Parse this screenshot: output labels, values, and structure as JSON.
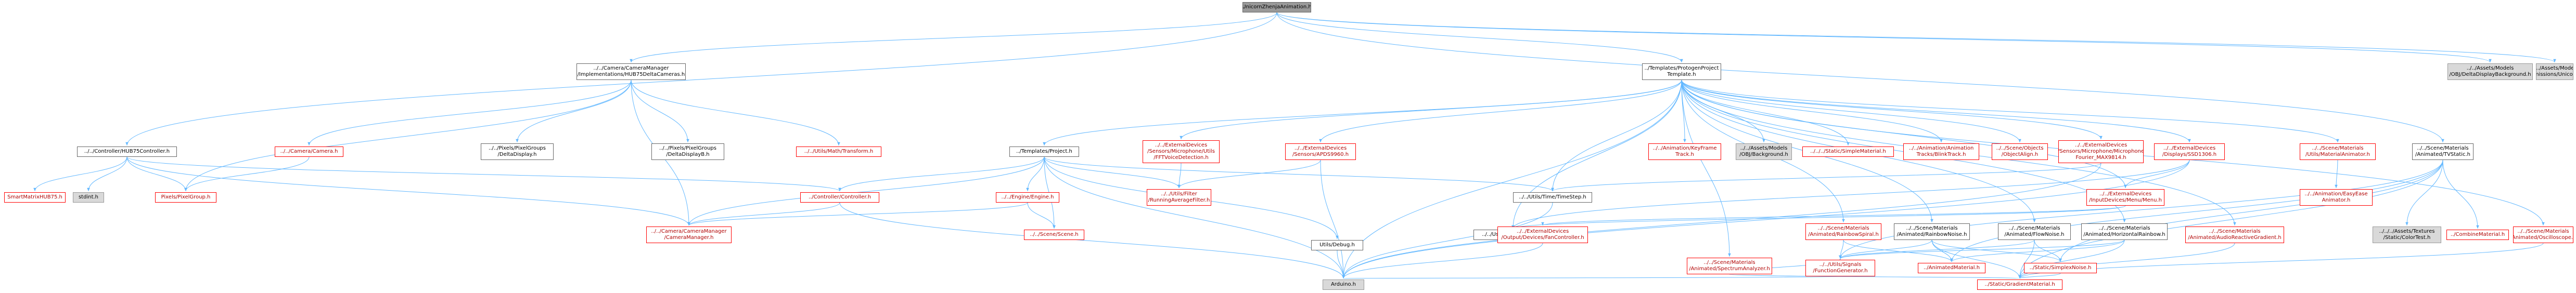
{
  "colors": {
    "edge": "#63b8ff",
    "arrow": "#63b8ff",
    "missing_border": "#ff0000",
    "root_fill": "#999999",
    "external_fill": "#d9d9d9"
  },
  "nodes": {
    "root": {
      "lines": [
        "UnicornZhenjaAnimation.h"
      ],
      "kind": "root"
    },
    "camera_manager_impl": {
      "lines": [
        "../../Camera/CameraManager",
        "/Implementations/HUB75DeltaCameras.h"
      ],
      "kind": "normal"
    },
    "templates_protogen": {
      "lines": [
        "../Templates/ProtogenProject",
        "Template.h"
      ],
      "kind": "normal"
    },
    "asset_delta_bg": {
      "lines": [
        "../../Assets/Models",
        "/OBJ/DeltaDisplayBackground.h"
      ],
      "kind": "external"
    },
    "asset_unicorn": {
      "lines": [
        "../../Assets/Models",
        "/FBX/Commissions/UnicornZhenja.h"
      ],
      "kind": "external"
    },
    "controller_hub75": {
      "lines": [
        "../../Controller/HUB75Controller.h"
      ],
      "kind": "normal"
    },
    "camera_camera": {
      "lines": [
        "../../Camera/Camera.h"
      ],
      "kind": "missing"
    },
    "pixelgroups_deltadisplay": {
      "lines": [
        "../../Pixels/PixelGroups",
        "/DeltaDisplay.h"
      ],
      "kind": "normal"
    },
    "pixelgroups_deltadisplayb": {
      "lines": [
        "../../Pixels/PixelGroups",
        "/DeltaDisplayB.h"
      ],
      "kind": "normal"
    },
    "utils_math_transform": {
      "lines": [
        "../../Utils/Math/Transform.h"
      ],
      "kind": "missing"
    },
    "templates_project": {
      "lines": [
        "../Templates/Project.h"
      ],
      "kind": "normal"
    },
    "ext_mic_fft": {
      "lines": [
        "../../ExternalDevices",
        "/Sensors/Microphone/Utils",
        "/FFTVoiceDetection.h"
      ],
      "kind": "missing"
    },
    "ext_apds9960": {
      "lines": [
        "../../ExternalDevices",
        "/Sensors/APDS9960.h"
      ],
      "kind": "missing"
    },
    "anim_keyframe": {
      "lines": [
        "../../Animation/KeyFrame",
        "Track.h"
      ],
      "kind": "missing"
    },
    "asset_obj_background": {
      "lines": [
        "../../Assets/Models",
        "/OBJ/Background.h"
      ],
      "kind": "external"
    },
    "static_simple_material": {
      "lines": [
        "../../../Static/SimpleMaterial.h"
      ],
      "kind": "missing"
    },
    "anim_blink": {
      "lines": [
        "../../Animation/Animation",
        "Tracks/BlinkTrack.h"
      ],
      "kind": "missing"
    },
    "scene_objects_align": {
      "lines": [
        "../../Scene/Objects",
        "/ObjectAlign.h"
      ],
      "kind": "missing"
    },
    "ext_mic_fourier": {
      "lines": [
        "../../ExternalDevices",
        "/Sensors/Microphone/Microphone",
        "Fourier_MAX9814.h"
      ],
      "kind": "missing"
    },
    "ext_ssd1306": {
      "lines": [
        "../../ExternalDevices",
        "/Displays/SSD1306.h"
      ],
      "kind": "missing"
    },
    "scene_utils_material_animator": {
      "lines": [
        "../../Scene/Materials",
        "/Utils/MaterialAnimator.h"
      ],
      "kind": "missing"
    },
    "scene_tvstatic": {
      "lines": [
        "../../Scene/Materials",
        "/Animated/TVStatic.h"
      ],
      "kind": "normal"
    },
    "smartmatrix": {
      "lines": [
        "SmartMatrixHUB75.h"
      ],
      "kind": "missing"
    },
    "stdint": {
      "lines": [
        "stdint.h"
      ],
      "kind": "external"
    },
    "pixelgroup": {
      "lines": [
        "Pixels/PixelGroup.h"
      ],
      "kind": "missing"
    },
    "controller_controller": {
      "lines": [
        "../Controller/Controller.h"
      ],
      "kind": "missing"
    },
    "engine": {
      "lines": [
        "../../Engine/Engine.h"
      ],
      "kind": "missing"
    },
    "utils_filter": {
      "lines": [
        "../../Utils/Filter",
        "/RunningAverageFilter.h"
      ],
      "kind": "missing"
    },
    "utils_timestep": {
      "lines": [
        "../../Utils/Time/TimeStep.h"
      ],
      "kind": "normal"
    },
    "ext_input_menu": {
      "lines": [
        "../../ExternalDevices",
        "/InputDevices/Menu/Menu.h"
      ],
      "kind": "missing"
    },
    "anim_easy_ease": {
      "lines": [
        "../../Animation/EasyEase",
        "Animator.h"
      ],
      "kind": "missing"
    },
    "camera_manager": {
      "lines": [
        "../../Camera/CameraManager",
        "/CameraManager.h"
      ],
      "kind": "missing"
    },
    "scene_scene": {
      "lines": [
        "../../Scene/Scene.h"
      ],
      "kind": "missing"
    },
    "user_configuration": {
      "lines": [
        "../../UserConfiguration.h"
      ],
      "kind": "normal"
    },
    "ext_fan_controller": {
      "lines": [
        "../../ExternalDevices",
        "/Output/Devices/FanController.h"
      ],
      "kind": "missing"
    },
    "scene_rainbow_spiral": {
      "lines": [
        "../../Scene/Materials",
        "/Animated/RainbowSpiral.h"
      ],
      "kind": "missing"
    },
    "scene_rainbow_noise": {
      "lines": [
        "../../Scene/Materials",
        "/Animated/RainbowNoise.h"
      ],
      "kind": "normal"
    },
    "scene_flow_noise": {
      "lines": [
        "../../Scene/Materials",
        "/Animated/FlowNoise.h"
      ],
      "kind": "normal"
    },
    "scene_horizontal_rainbow": {
      "lines": [
        "../../Scene/Materials",
        "/Animated/HorizontalRainbow.h"
      ],
      "kind": "normal"
    },
    "scene_audio_gradient": {
      "lines": [
        "../../Scene/Materials",
        "/Animated/AudioReactiveGradient.h"
      ],
      "kind": "missing"
    },
    "asset_color_test": {
      "lines": [
        "../../../Assets/Textures",
        "/Static/ColorTest.h"
      ],
      "kind": "external"
    },
    "combine_material": {
      "lines": [
        "../CombineMaterial.h"
      ],
      "kind": "missing"
    },
    "scene_oscilloscope": {
      "lines": [
        "../../Scene/Materials",
        "/Animated/Oscilloscope.h"
      ],
      "kind": "missing"
    },
    "utils_debug": {
      "lines": [
        "Utils/Debug.h"
      ],
      "kind": "normal"
    },
    "scene_spectrum": {
      "lines": [
        "../../Scene/Materials",
        "/Animated/SpectrumAnalyzer.h"
      ],
      "kind": "missing"
    },
    "utils_signals": {
      "lines": [
        "../../Utils/Signals",
        "/FunctionGenerator.h"
      ],
      "kind": "missing"
    },
    "animated_material": {
      "lines": [
        "../AnimatedMaterial.h"
      ],
      "kind": "missing"
    },
    "simplex_noise": {
      "lines": [
        "../Static/SimplexNoise.h"
      ],
      "kind": "missing"
    },
    "arduino": {
      "lines": [
        "Arduino.h"
      ],
      "kind": "external"
    },
    "gradient_material": {
      "lines": [
        "../Static/GradientMaterial.h"
      ],
      "kind": "missing"
    }
  }
}
